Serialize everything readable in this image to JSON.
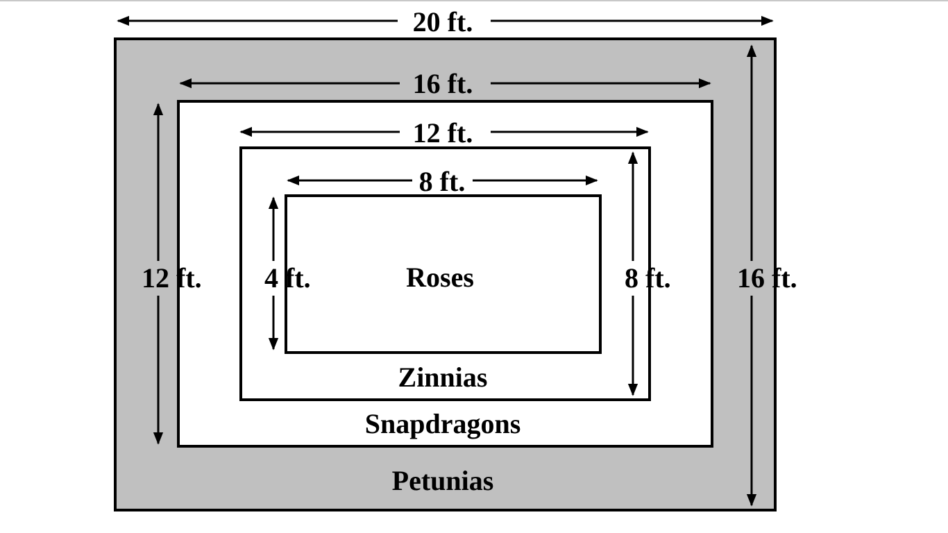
{
  "diagram": {
    "regions": {
      "outer": "Petunias",
      "second": "Snapdragons",
      "third": "Zinnias",
      "inner": "Roses"
    },
    "dimensions": {
      "outer_width": "20 ft.",
      "outer_height": "16 ft.",
      "second_width": "16 ft.",
      "second_height": "12 ft.",
      "third_width": "12 ft.",
      "third_height": "8 ft.",
      "inner_width": "8 ft.",
      "inner_height": "4 ft."
    },
    "colors": {
      "outer_fill": "#c0c0c0",
      "inner_fill": "#ffffff",
      "stroke": "#000000"
    }
  }
}
